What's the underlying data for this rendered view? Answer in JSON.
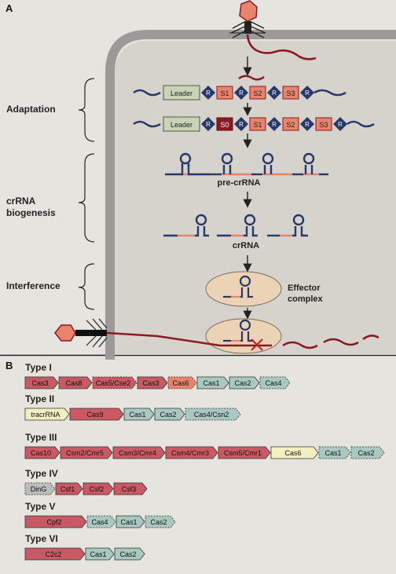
{
  "panelA": {
    "label": "A",
    "stages": {
      "adaptation": "Adaptation",
      "biogenesis_line1": "crRNA",
      "biogenesis_line2": "biogenesis",
      "interference": "Interference"
    },
    "array1": {
      "leader": "Leader",
      "repeat": "R",
      "spacers": [
        "S1",
        "S2",
        "S3"
      ]
    },
    "array2": {
      "leader": "Leader",
      "repeat": "R",
      "spacers": [
        "S0",
        "S1",
        "S2",
        "S3"
      ]
    },
    "pre_crrna": "pre-crRNA",
    "crrna": "crRNA",
    "effector_line1": "Effector",
    "effector_line2": "complex"
  },
  "panelB": {
    "label": "B",
    "types": [
      {
        "name": "Type I",
        "genes": [
          "Cas3",
          "Cas8",
          "Cas5/Cse2",
          "Cas3",
          "Cas6",
          "Cas1",
          "Cas2",
          "Cas4"
        ]
      },
      {
        "name": "Type II",
        "genes": [
          "tracrRNA",
          "Cas9",
          "Cas1",
          "Cas2",
          "Cas4/Csn2"
        ]
      },
      {
        "name": "Type III",
        "genes": [
          "Cas10",
          "Csm2/Cmr5",
          "Csm3/Cmr4",
          "Csm4/Cmr3",
          "Csm5/Cmr1",
          "Cas6",
          "Cas1",
          "Cas2"
        ]
      },
      {
        "name": "Type IV",
        "genes": [
          "DinG",
          "Csf1",
          "Csf2",
          "Csf3"
        ]
      },
      {
        "name": "Type V",
        "genes": [
          "Cpf2",
          "Cas4",
          "Cas1",
          "Cas2"
        ]
      },
      {
        "name": "Type VI",
        "genes": [
          "C2c2",
          "Cas1",
          "Cas2"
        ]
      }
    ]
  },
  "colors": {
    "red_gene": "#c95a63",
    "teal_gene": "#a9c8c0",
    "yellow_gene": "#f3efc1",
    "gray_gene": "#bcbcbc",
    "spacer": "#e8836c",
    "spacer_new": "#8a1a22",
    "repeat": "#28386a",
    "leader": "#c9d4b4",
    "phage": "#e8836c",
    "dna": "#8a1a22",
    "cell_wall": "#9b9a98"
  }
}
